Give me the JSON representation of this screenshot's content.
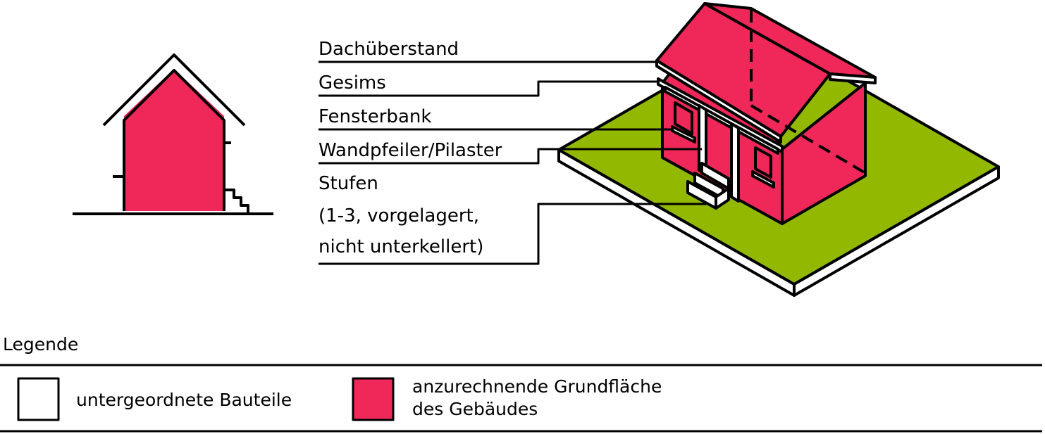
{
  "labels": {
    "roof_overhang": "Dachüberstand",
    "cornice": "Gesims",
    "window_sill": "Fensterbank",
    "pilaster": "Wandpfeiler/Pilaster",
    "steps_line1": "Stufen",
    "steps_line2": "(1-3, vorgelagert,",
    "steps_line3": "nicht unterkellert)"
  },
  "legend": {
    "title": "Legende",
    "items": [
      {
        "label": "untergeordnete Bauteile",
        "color": "#ffffff"
      },
      {
        "label_line1": "anzurechnende Grundfläche",
        "label_line2": "des Gebäudes",
        "color": "#f0285a"
      }
    ]
  },
  "colors": {
    "building": "#f0285a",
    "ground": "#92b800",
    "minor": "#ffffff",
    "line": "#000000"
  }
}
